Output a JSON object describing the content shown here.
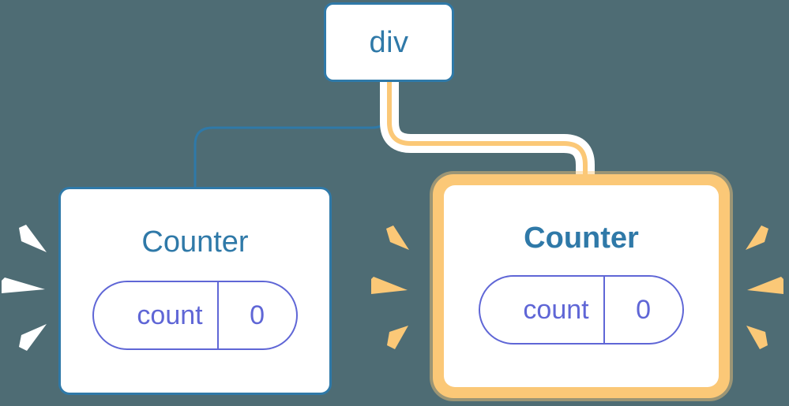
{
  "diagram": {
    "title": "React component tree re-render highlight",
    "background_color": "#4e6c74"
  },
  "colors": {
    "background": "#4e6c74",
    "node_border_blue": "#2f79a8",
    "node_title_blue": "#2f79a8",
    "card_white": "#ffffff",
    "highlight_orange": "#fbc877",
    "highlight_orange_soft": "#fbdcaa",
    "state_purple": "#5f66d6",
    "edge_blue": "#2f79a8",
    "edge_orange": "#fbc877",
    "edge_halo_white": "#ffffff",
    "sparkle_white": "#ffffff",
    "sparkle_orange": "#fbc877"
  },
  "nodes": [
    {
      "id": "div",
      "label": "div",
      "type": "element",
      "highlighted": false,
      "bold_label": false
    },
    {
      "id": "counter-left",
      "label": "Counter",
      "type": "component",
      "highlighted": false,
      "bold_label": false,
      "state": {
        "key": "count",
        "value": "0"
      }
    },
    {
      "id": "counter-right",
      "label": "Counter",
      "type": "component",
      "highlighted": true,
      "bold_label": true,
      "state": {
        "key": "count",
        "value": "0"
      }
    }
  ],
  "edges": [
    {
      "id": "edge-div-to-left-counter",
      "from": "div",
      "to": "counter-left",
      "color": "#2f79a8",
      "highlighted": false
    },
    {
      "id": "edge-div-to-right-counter",
      "from": "div",
      "to": "counter-right",
      "color": "#fbc877",
      "highlighted": true,
      "has_white_halo": true
    }
  ],
  "sparkle_bursts": [
    {
      "id": "burst-left-of-left-counter",
      "color": "#ffffff",
      "ray_count": 3,
      "direction": "left"
    },
    {
      "id": "burst-left-of-right-counter",
      "color": "#fbc877",
      "ray_count": 3,
      "direction": "left"
    },
    {
      "id": "burst-right-of-right-counter",
      "color": "#fbc877",
      "ray_count": 3,
      "direction": "right"
    }
  ]
}
